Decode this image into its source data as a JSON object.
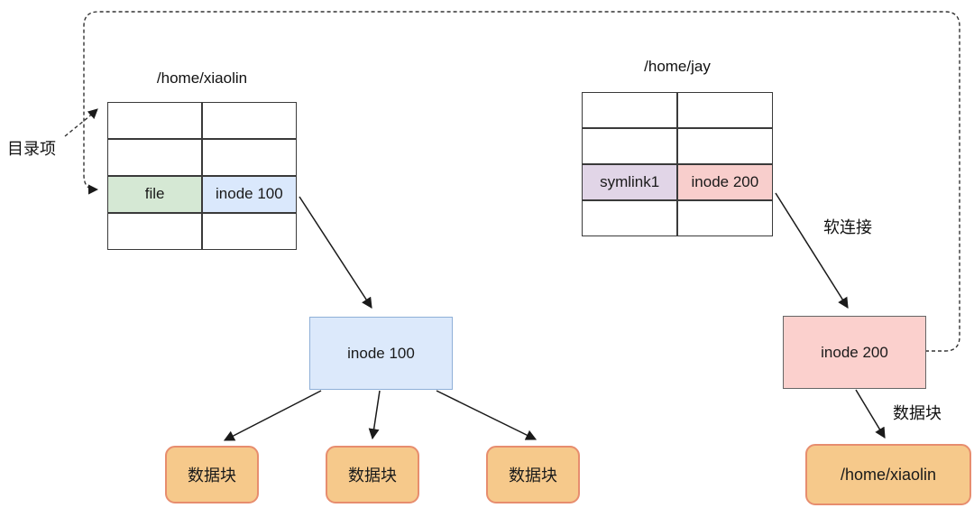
{
  "diagram": {
    "dir_entry_label": "目录项",
    "soft_link_label": "软连接",
    "data_block_arrow_label": "数据块",
    "xiaolin_table": {
      "title": "/home/xiaolin",
      "entry_name": "file",
      "entry_inode": "inode 100"
    },
    "jay_table": {
      "title": "/home/jay",
      "entry_name": "symlink1",
      "entry_inode": "inode 200"
    },
    "inode100_label": "inode 100",
    "inode200_label": "inode 200",
    "data_blocks": [
      "数据块",
      "数据块",
      "数据块"
    ],
    "symlink_target_block": "/home/xiaolin",
    "colors": {
      "cell_green": "#d5e8d4",
      "cell_blue": "#dae8fc",
      "cell_purple": "#e1d5e7",
      "cell_pink": "#f8cecc",
      "inode_blue_fill": "#dce9fb",
      "inode_blue_border": "#8fb0d8",
      "inode_pink_fill": "#fbd0cd",
      "inode_pink_border": "#666666",
      "block_orange_fill": "#f6c98b",
      "block_orange_border": "#e78d6e",
      "line": "#333333"
    }
  }
}
